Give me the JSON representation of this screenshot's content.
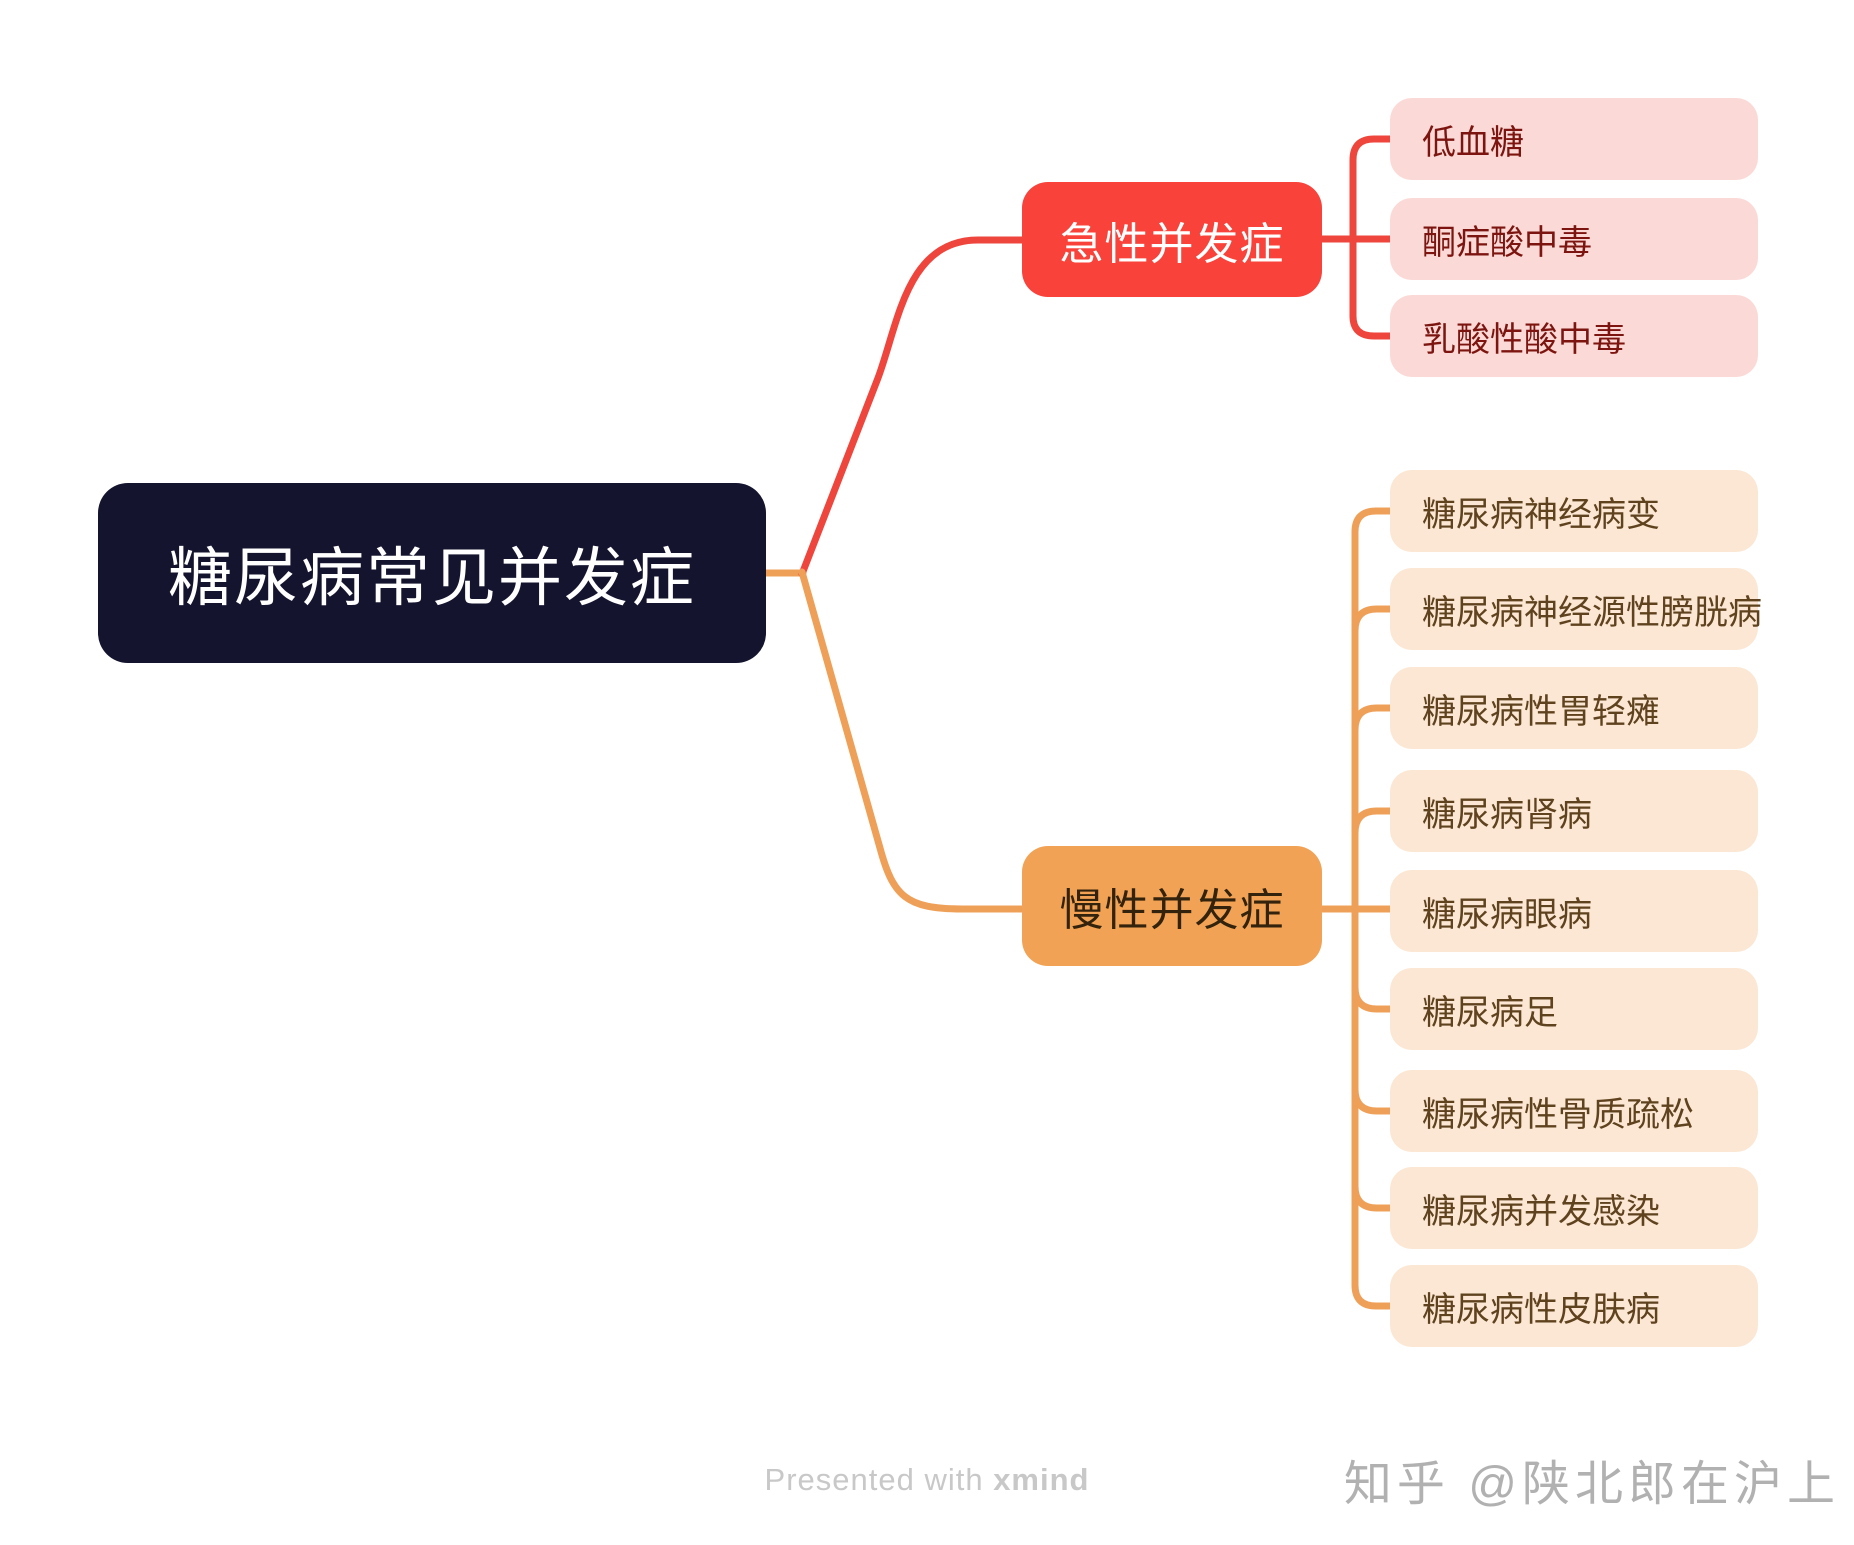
{
  "root": {
    "label": "糖尿病常见并发症"
  },
  "branches": [
    {
      "label": "急性并发症",
      "children": [
        "低血糖",
        "酮症酸中毒",
        "乳酸性酸中毒"
      ]
    },
    {
      "label": "慢性并发症",
      "children": [
        "糖尿病神经病变",
        "糖尿病神经源性膀胱病",
        "糖尿病性胃轻瘫",
        "糖尿病肾病",
        "糖尿病眼病",
        "糖尿病足",
        "糖尿病性骨质疏松",
        "糖尿病并发感染",
        "糖尿病性皮肤病"
      ]
    }
  ],
  "footer": {
    "presented_with": "Presented with ",
    "brand": "xmind"
  },
  "watermark": "知乎 @陕北郎在沪上",
  "colors": {
    "root_bg": "#14142F",
    "root_text": "#FFFFFF",
    "acute_bg": "#F8423A",
    "acute_text": "#FFFFFF",
    "acute_line": "#EE463D",
    "acute_child_bg": "#FBD9D6",
    "acute_child_text": "#7C140F",
    "chronic_bg": "#F1A254",
    "chronic_text": "#33220C",
    "chronic_line": "#EFA058",
    "chronic_child_bg": "#FBE7D3",
    "chronic_child_text": "#5F431F",
    "footer_color": "#C8C8C8",
    "watermark_color": "#ADADAD"
  }
}
